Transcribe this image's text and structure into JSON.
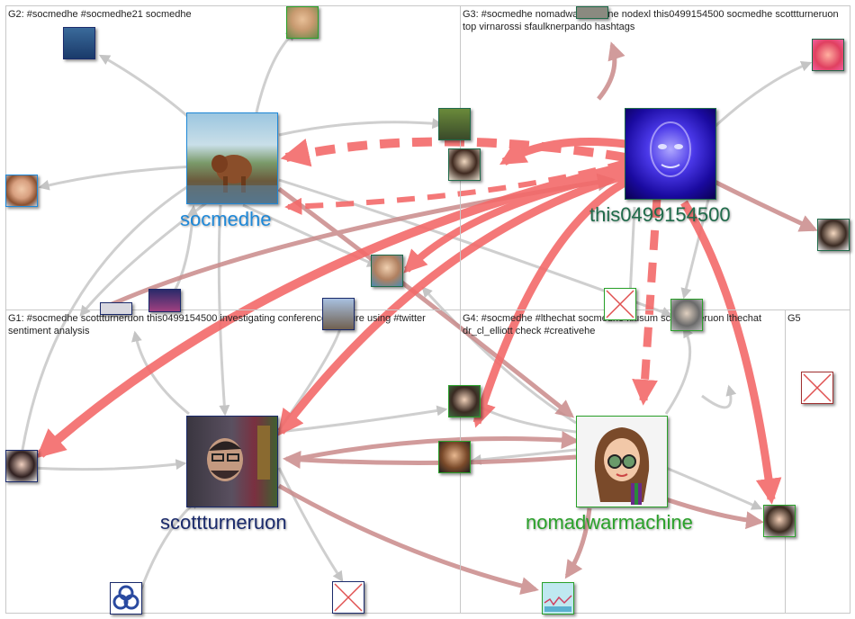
{
  "groups": [
    {
      "id": "G1",
      "label": "G1: #socmedhe scottturneruon this0499154500 investigating conference's nature using #twitter sentiment analysis"
    },
    {
      "id": "G2",
      "label": "G2: #socmedhe #socmedhe21 socmedhe"
    },
    {
      "id": "G3",
      "label": "G3: #socmedhe nomadwarmachine nodexl this0499154500 socmedhe scottturneruon top virnarossi sfaulknerpando hashtags"
    },
    {
      "id": "G4",
      "label": "G4: #socmedhe #lthechat socmedhe kiusum scottturneruon lthechat dr_cl_elliott check #creativehe"
    },
    {
      "id": "G5",
      "label": "G5"
    }
  ],
  "node_labels": {
    "socmedhe": "socmedhe",
    "this0499154500": "this0499154500",
    "scottturneruon": "scottturneruon",
    "nomadwarmachine": "nomadwarmachine"
  },
  "colors": {
    "socmedhe": "#1e88d8",
    "this0499154500": "#1f6b4a",
    "scottturneruon": "#1a2a6b",
    "nomadwarmachine": "#2aa12a",
    "edge_red": "#f05050",
    "edge_brown": "#b46464",
    "edge_gray": "#bdbdbd"
  }
}
